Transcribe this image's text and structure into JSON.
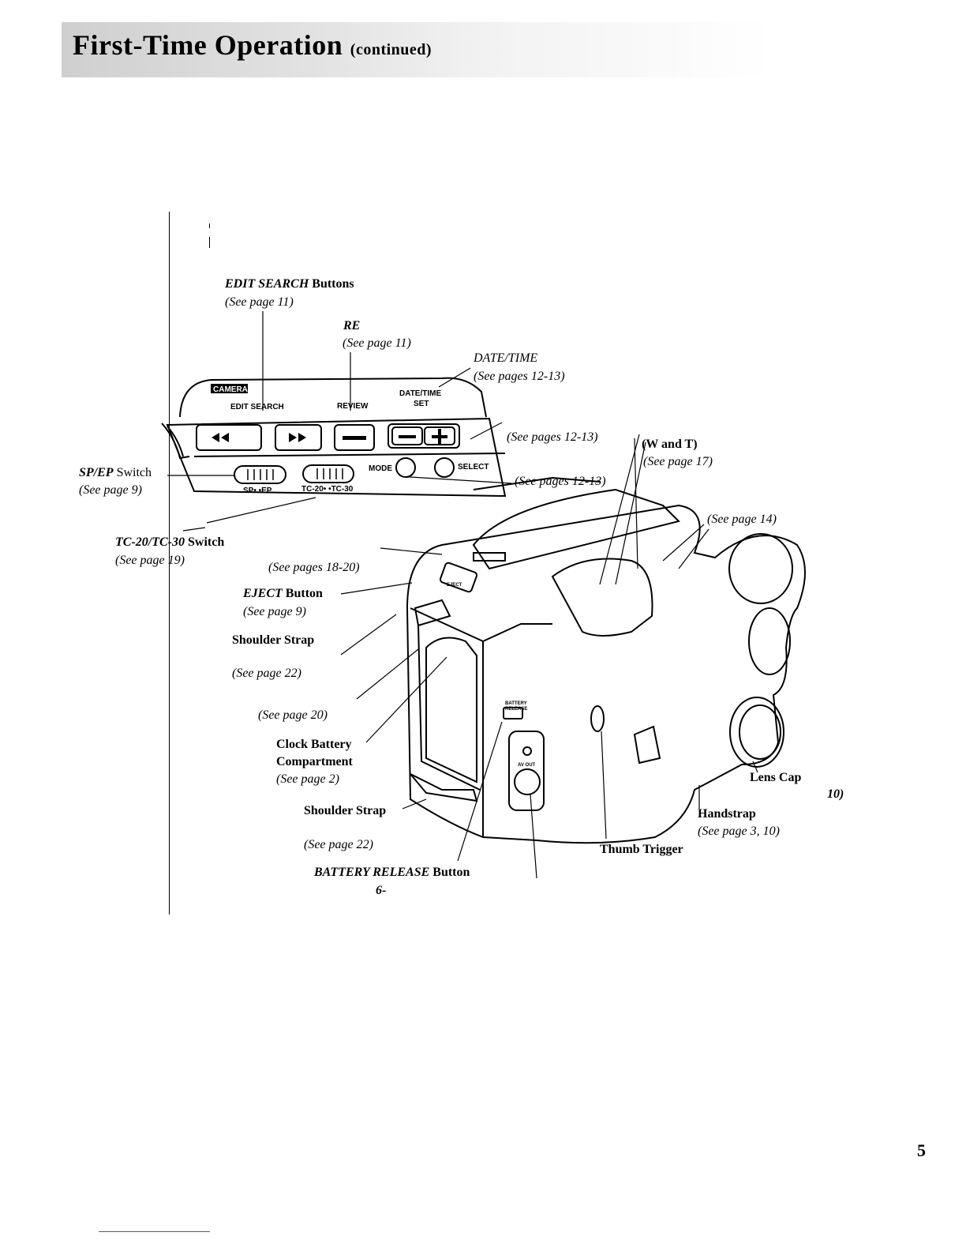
{
  "header": {
    "title": "First-Time Operation",
    "subtitle": "(continued)"
  },
  "panel": {
    "camera_badge": "CAMERA",
    "edit_search": "EDIT SEARCH",
    "review": "REVIEW",
    "date_time": "DATE/TIME",
    "set": "SET",
    "mode": "MODE",
    "select": "SELECT",
    "sp_ep": "SP• •EP",
    "tc": "TC-20• •TC-30"
  },
  "labels": {
    "edit_search_buttons": "EDIT SEARCH",
    "edit_search_buttons_suffix": " Buttons",
    "edit_search_ref": "(See page 11)",
    "re": "RE",
    "re_ref": "(See page 11)",
    "datetime": "DATE/TIME",
    "datetime_ref": "(See pages 12-13)",
    "see_12_13_a": "(See pages 12-13)",
    "w_and_t": "(W and T)",
    "w_and_t_ref": "(See page 17)",
    "see_12_13_b": "(See pages 12-13)",
    "spep_name": "SP/EP",
    "spep_suffix": " Switch",
    "spep_ref": "(See page 9)",
    "tc_name": "TC-20/TC-30",
    "tc_suffix": " Switch",
    "tc_ref": "(See page 19)",
    "see_14": "(See page 14)",
    "see_18_20": "(See pages 18-20)",
    "eject_name": "EJECT",
    "eject_suffix": " Button",
    "eject_ref": "(See page 9)",
    "shoulder_strap_1": "Shoulder Strap",
    "see_22_a": "(See page 22)",
    "see_20": "(See page 20)",
    "clock_battery_1": "Clock Battery",
    "clock_battery_2": "Compartment",
    "clock_ref": "(See page 2)",
    "shoulder_strap_2": "Shoulder Strap",
    "see_22_b": "(See page 22)",
    "battery_release_name": "BATTERY RELEASE",
    "battery_release_suffix": " Button",
    "six": "6-",
    "lens_cap": "Lens Cap",
    "ten": "10)",
    "handstrap": "Handstrap",
    "handstrap_ref": "(See page 3, 10)",
    "thumb_trigger": "Thumb Trigger",
    "battery_release_small_1": "BATTERY",
    "battery_release_small_2": "RELEASE",
    "av_out": "AV OUT",
    "eject_small": "EJECT"
  },
  "page_number": "5"
}
